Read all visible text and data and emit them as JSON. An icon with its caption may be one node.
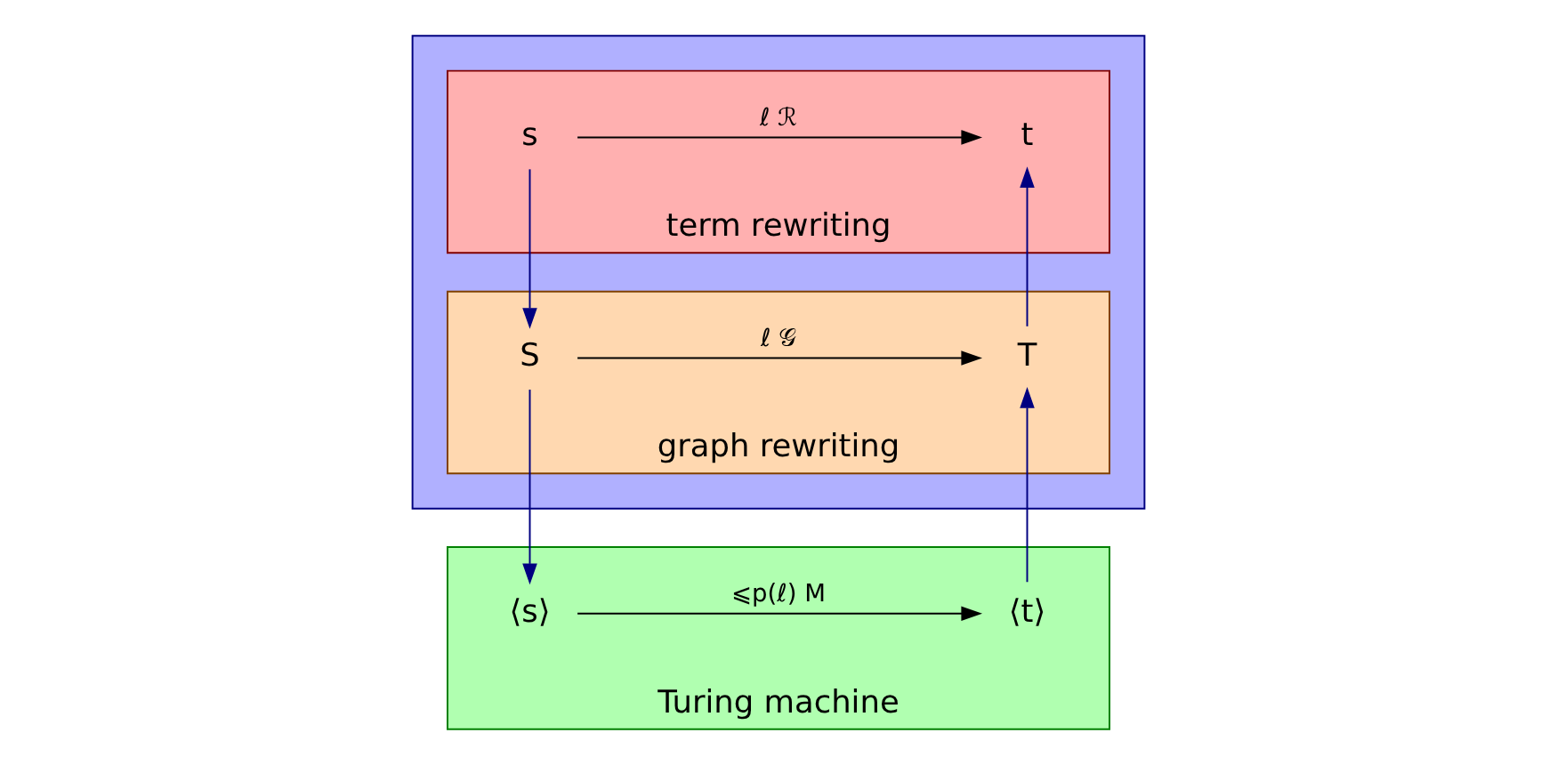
{
  "diagram": {
    "nodes": [
      {
        "text": [],
        "shape": "box"
      },
      {
        "text": [
          "term rewriting"
        ],
        "in": 0
      },
      {
        "text": [
          "s"
        ],
        "in": 1
      },
      {
        "text": [
          "t"
        ],
        "in": 1
      },
      {
        "text": [
          "graph rewriting"
        ],
        "in": 0
      },
      {
        "text": [
          "S"
        ],
        "in": 4
      },
      {
        "text": [
          "T"
        ],
        "in": 4
      },
      {
        "text": [
          "Turing machine"
        ]
      },
      {
        "text": [
          "⟨s⟩"
        ],
        "in": 7
      },
      {
        "text": [
          "⟨t⟩"
        ],
        "in": 7
      }
    ],
    "edges": [
      {
        "from": 2,
        "to": 3,
        "arrow": "to",
        "label": "ℓ ℛ",
        "color": "#000000"
      },
      {
        "from": 5,
        "to": 6,
        "arrow": "to",
        "label": "ℓ 𝒢",
        "color": "#000000"
      },
      {
        "from": 8,
        "to": 9,
        "arrow": "to",
        "label": "⩽p(ℓ) M",
        "color": "#000000"
      },
      {
        "from": 2,
        "to": 5,
        "arrow": "to",
        "color": "#000080"
      },
      {
        "from": 5,
        "to": 8,
        "arrow": "to",
        "color": "#000080"
      },
      {
        "from": 9,
        "to": 6,
        "arrow": "to",
        "color": "#000080"
      },
      {
        "from": 6,
        "to": 3,
        "arrow": "to",
        "color": "#000080"
      }
    ]
  }
}
